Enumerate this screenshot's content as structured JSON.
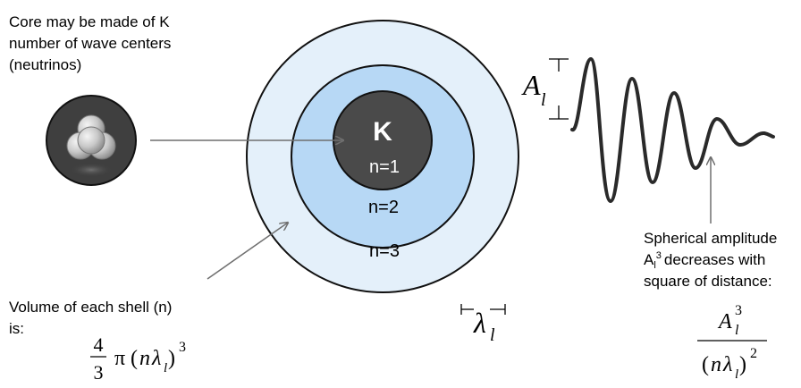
{
  "annotations": {
    "core_note_lines": [
      "Core may be made of K",
      "number of wave centers",
      "(neutrinos)"
    ],
    "volume_note_lines": [
      "Volume of each shell (n)",
      "is:"
    ],
    "amplitude_note_lines": [
      "Spherical amplitude",
      "decreases with",
      "square of distance:"
    ]
  },
  "shells": {
    "core": "K",
    "n1": "n=1",
    "n2": "n=2",
    "n3": "n=3"
  },
  "symbols": {
    "amplitude_base": "A",
    "subscript_l": "l",
    "cube": "3",
    "square": "2",
    "lambda": "λ",
    "pi": "π",
    "n": "n",
    "four": "4",
    "three": "3",
    "open_paren": "(",
    "close_paren": ")"
  },
  "colors": {
    "outer_shell": "#e4f0fa",
    "middle_shell": "#b7d8f5",
    "core": "#4a4a4a",
    "shell_stroke": "#111111",
    "arrow": "#6f6f6f"
  }
}
